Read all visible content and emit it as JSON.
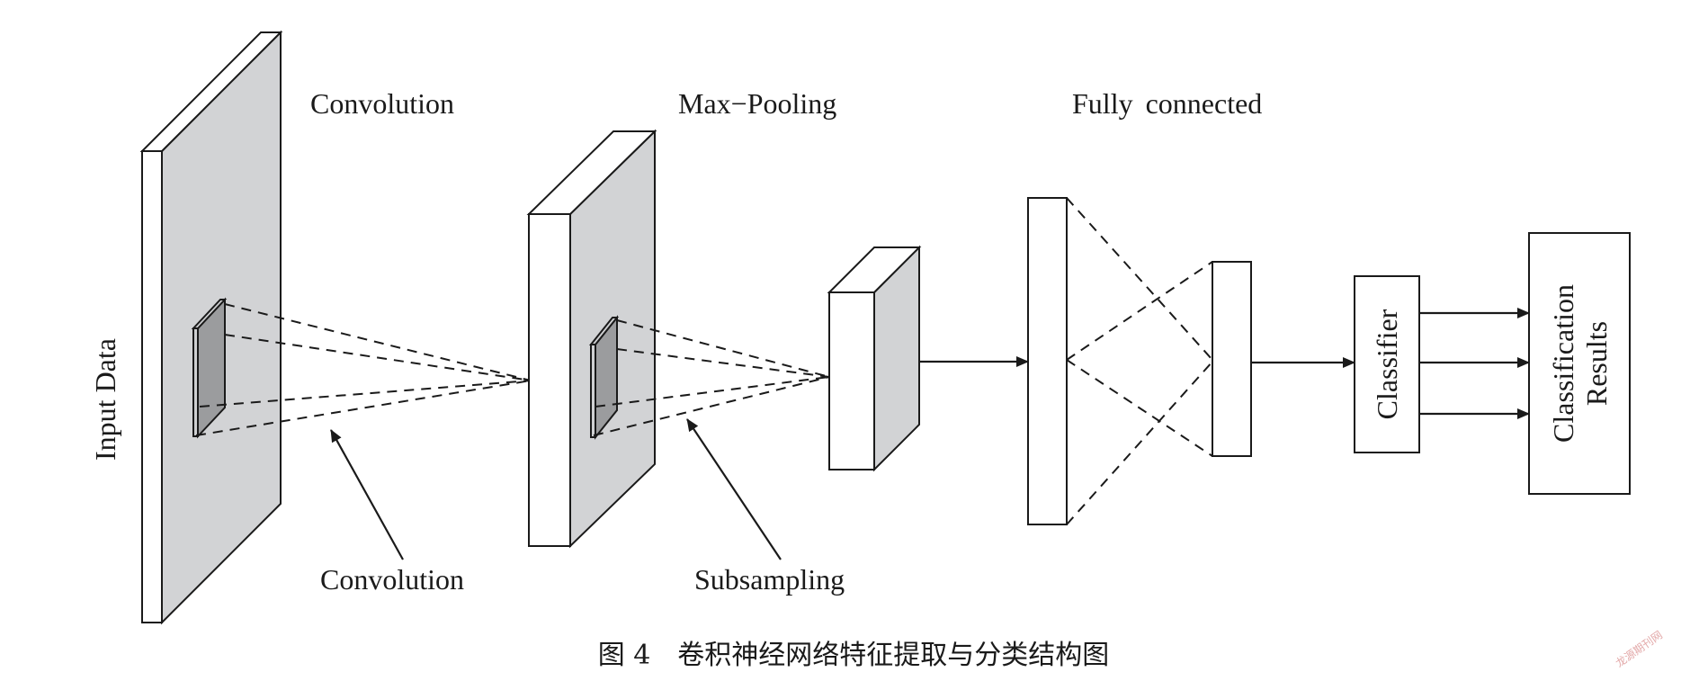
{
  "labels": {
    "input": "Input Data",
    "convolution_top": "Convolution",
    "maxpool": "Max−Pooling",
    "fully_connected": "Fully connected",
    "convolution_bottom": "Convolution",
    "subsampling": "Subsampling",
    "classifier": "Classifier",
    "results_line1": "Classification",
    "results_line2": "Results"
  },
  "caption": "图 4　卷积神经网络特征提取与分类结构图",
  "watermark": "龙源期刊网",
  "colors": {
    "stroke": "#1a1a1a",
    "side_gray": "#d2d3d5",
    "kernel_gray": "#9b9c9e"
  }
}
